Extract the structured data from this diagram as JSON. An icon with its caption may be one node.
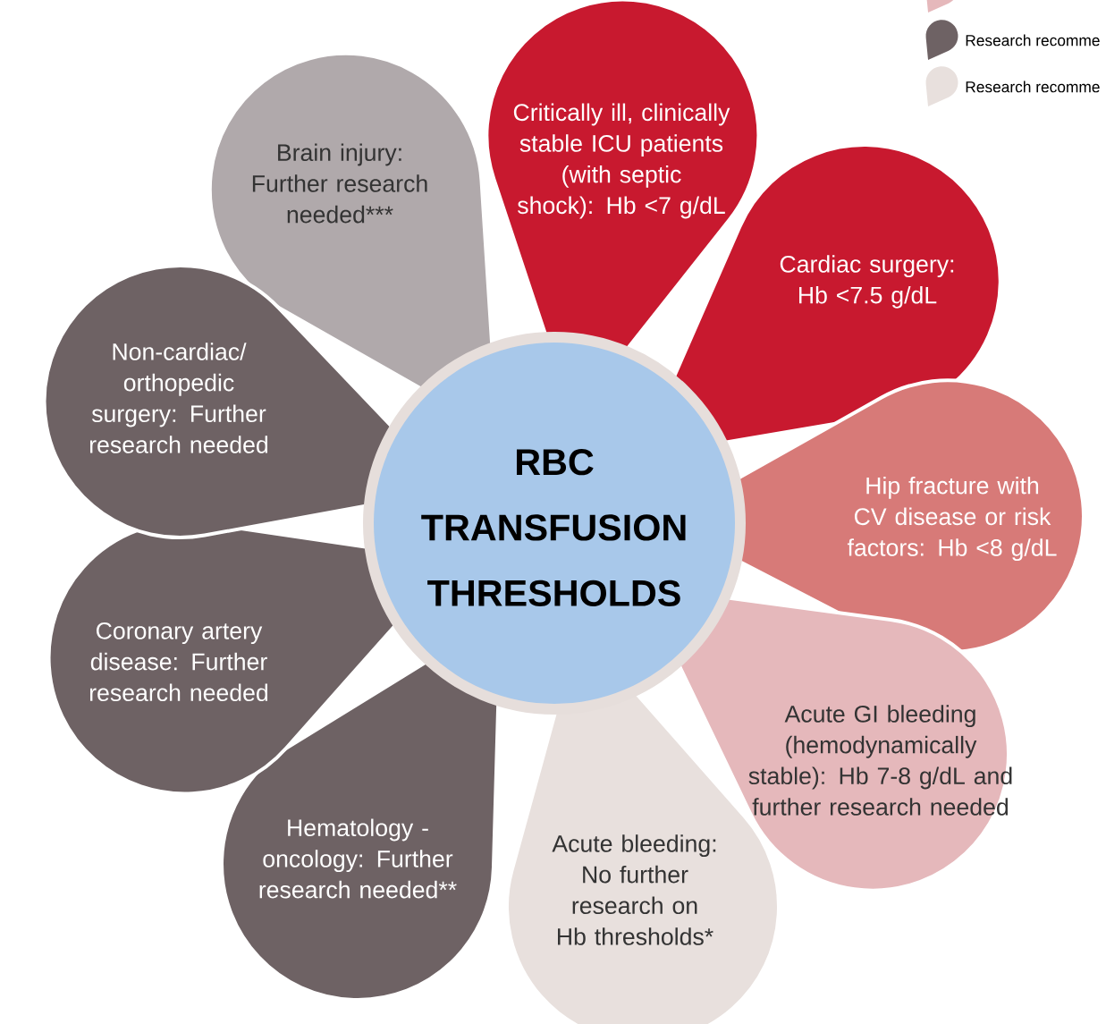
{
  "diagram": {
    "nodes": [
      {
        "text": [
          "RBC TRANSFUSION THRESHOLDS"
        ]
      },
      {
        "text": [
          "Brain injury: Further research needed***"
        ]
      },
      {
        "text": [
          "Critically ill, clinically stable ICU patients (with septic shock): Hb <7 g/dL"
        ]
      },
      {
        "text": [
          "Cardiac surgery: Hb <7.5 g/dL"
        ]
      },
      {
        "text": [
          "Hip fracture with CV disease or risk factors: Hb <8 g/dL"
        ]
      },
      {
        "text": [
          "Acute GI bleeding (hemodynamically stable): Hb 7-8 g/dL and further research needed"
        ]
      },
      {
        "text": [
          "Acute bleeding: No further research on Hb thresholds*"
        ]
      },
      {
        "text": [
          "Hematology - oncology: Further research needed**"
        ]
      },
      {
        "text": [
          "Coronary artery disease: Further research needed"
        ]
      },
      {
        "text": [
          "Non-cardiac/ orthopedic surgery: Further research needed"
        ]
      }
    ],
    "legend": [
      {
        "text": "Research recomme",
        "color": "#6e6264"
      },
      {
        "text": "Research recomme",
        "color": "#e8e0dd"
      }
    ]
  }
}
